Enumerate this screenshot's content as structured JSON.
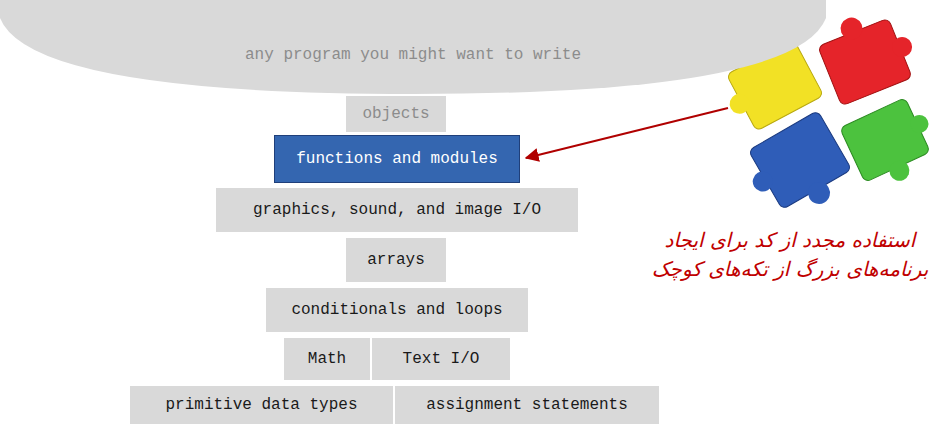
{
  "diagram": {
    "nodes": [
      {
        "text": [
          "any program you might want to write"
        ]
      },
      {
        "text": [
          "objects"
        ]
      },
      {
        "text": [
          "functions and modules"
        ]
      },
      {
        "text": [
          "graphics, sound, and image I/O"
        ]
      },
      {
        "text": [
          "arrays"
        ]
      },
      {
        "text": [
          "conditionals and loops"
        ]
      },
      {
        "text": [
          "Math"
        ]
      },
      {
        "text": [
          "Text I/O"
        ]
      },
      {
        "text": [
          "primitive data types"
        ]
      },
      {
        "text": [
          "assignment statements"
        ]
      }
    ],
    "labels": [
      "استفاده مجدد از کد برای ایجاد برنامه‌های بزرگ از تکه‌های کوچک"
    ]
  }
}
